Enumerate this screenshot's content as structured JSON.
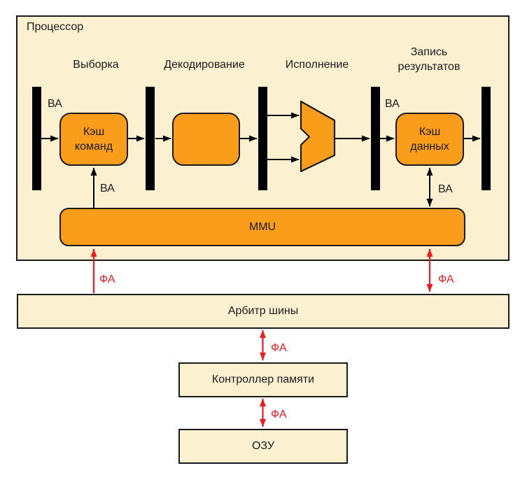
{
  "colors": {
    "block_fill": "#F99D1B",
    "panel_fill": "#FBF0D0",
    "outline": "#1a1a1a",
    "bus_arrow_red": "#ED1C24"
  },
  "processor": {
    "title": "Процессор"
  },
  "stages": [
    {
      "label": "Выборка"
    },
    {
      "label": "Декодирование"
    },
    {
      "label": "Исполнение"
    },
    {
      "label": "Запись\nрезультатов"
    }
  ],
  "blocks": {
    "instruction_cache": "Кэш\nкоманд",
    "data_cache": "Кэш\nданных",
    "mmu": "MMU",
    "bus_arbiter": "Арбитр шины",
    "memory_controller": "Контроллер памяти",
    "ram": "ОЗУ"
  },
  "labels": {
    "virtual_address": "ВА",
    "physical_address": "ФА"
  }
}
